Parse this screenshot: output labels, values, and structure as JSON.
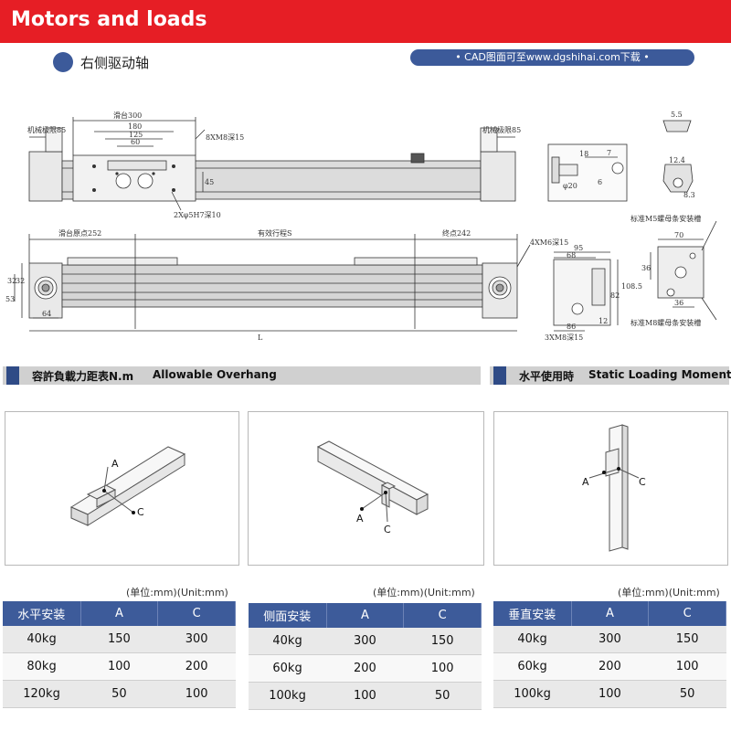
{
  "header": {
    "title": "Motors and loads"
  },
  "subsection": {
    "title": "右侧驱动轴"
  },
  "cad_notice": "• CAD图面可至www.dgshihai.com下载 •",
  "drawing": {
    "top_view": {
      "limit_left": "机械极限85",
      "limit_right": "机械极限85",
      "slide_width": "滑台300",
      "dim_180": "180",
      "dim_125": "125",
      "dim_60": "60",
      "hole_note": "8XM8深15",
      "pin_note": "2Xφ5H7深10",
      "dim_45": "45"
    },
    "front_view": {
      "origin": "滑台原点252",
      "stroke": "有效行程S",
      "end": "终点242",
      "tap_note": "4XM6深15",
      "dim_32a": "32",
      "dim_32b": "32",
      "dim_53": "53",
      "dim_64": "64",
      "length": "L"
    },
    "shaft_detail": {
      "dim_18": "18",
      "dim_7": "7",
      "dim_6": "6",
      "dia": "φ20"
    },
    "end_view": {
      "dim_95": "95",
      "dim_68": "68",
      "dim_108": "108.5",
      "dim_82": "82",
      "dim_86": "86",
      "dim_12": "12",
      "bottom_note": "3XM8深15"
    },
    "profile_view": {
      "dim_70": "70",
      "dim_36a": "36",
      "dim_36b": "36",
      "m5_note": "标准M5螺母条安装槽",
      "m8_note": "标准M8螺母条安装槽"
    },
    "slot_detail": {
      "dim_55": "5.5",
      "dim_124": "12.4",
      "dim_83": "8.3"
    }
  },
  "sections": {
    "overhang": {
      "cn": "容許負載力距表N.m",
      "en": "Allowable Overhang"
    },
    "static": {
      "cn": "水平使用時",
      "en": "Static Loading Moment"
    }
  },
  "panels": [
    {
      "label_a": "A",
      "label_c": "C"
    },
    {
      "label_a": "A",
      "label_c": "C"
    },
    {
      "label_a": "A",
      "label_c": "C"
    }
  ],
  "unit_label": "(单位:mm)(Unit:mm)",
  "tables": [
    {
      "headers": [
        "水平安装",
        "A",
        "C"
      ],
      "rows": [
        [
          "40kg",
          "150",
          "300"
        ],
        [
          "80kg",
          "100",
          "200"
        ],
        [
          "120kg",
          "50",
          "100"
        ]
      ]
    },
    {
      "headers": [
        "侧面安装",
        "A",
        "C"
      ],
      "rows": [
        [
          "40kg",
          "300",
          "150"
        ],
        [
          "60kg",
          "200",
          "100"
        ],
        [
          "100kg",
          "100",
          "50"
        ]
      ]
    },
    {
      "headers": [
        "垂直安装",
        "A",
        "C"
      ],
      "rows": [
        [
          "40kg",
          "300",
          "150"
        ],
        [
          "60kg",
          "200",
          "100"
        ],
        [
          "100kg",
          "100",
          "50"
        ]
      ]
    }
  ]
}
